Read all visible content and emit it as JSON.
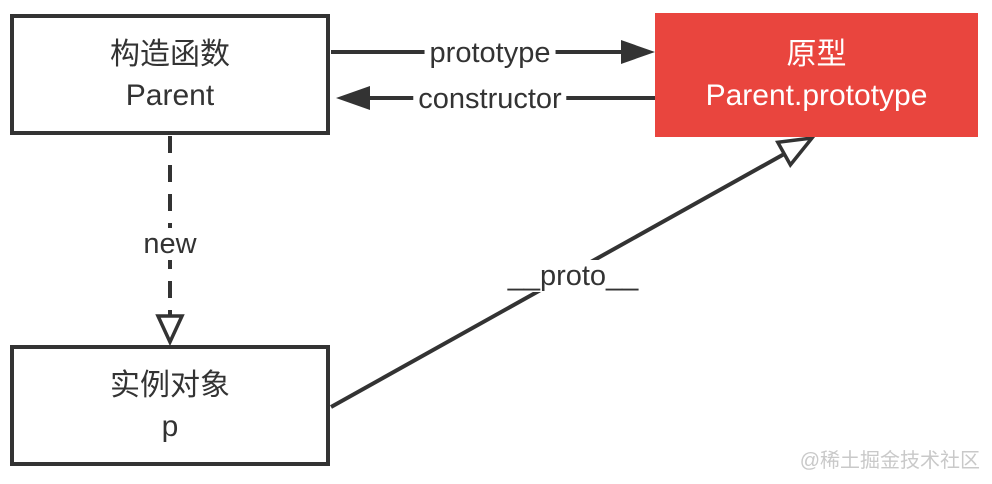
{
  "diagram": {
    "colors": {
      "stroke": "#333333",
      "red_box_bg": "#e9453e",
      "red_box_text": "#ffffff",
      "watermark": "#c9c9c9",
      "background": "#ffffff"
    },
    "nodes": {
      "constructor_box": {
        "title": "构造函数",
        "subtitle": "Parent"
      },
      "prototype_box": {
        "title": "原型",
        "subtitle": "Parent.prototype"
      },
      "instance_box": {
        "title": "实例对象",
        "subtitle": "p"
      }
    },
    "edges": {
      "prototype_edge": {
        "label": "prototype"
      },
      "constructor_edge": {
        "label": "constructor"
      },
      "new_edge": {
        "label": "new"
      },
      "proto_edge": {
        "label": "__proto__"
      }
    },
    "watermark": {
      "text": "@稀土掘金技术社区"
    }
  }
}
